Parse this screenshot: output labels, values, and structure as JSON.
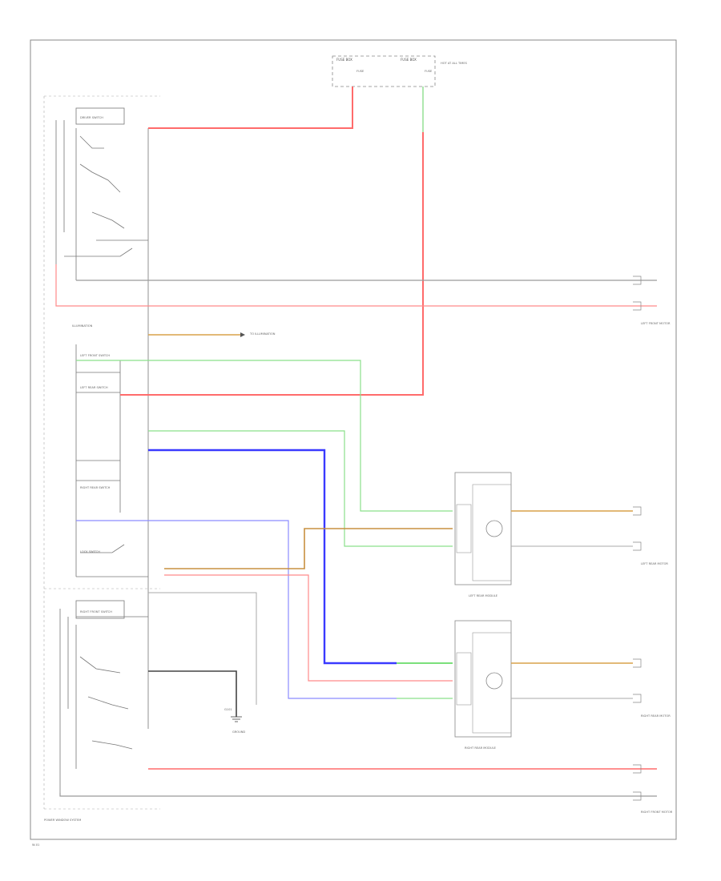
{
  "colors": {
    "red": "#ff6b6b",
    "green": "#7be07b",
    "blue": "#3a3aff",
    "orange": "#d99a3a",
    "gray": "#9a9a9a",
    "black": "#333333",
    "frame": "#888888"
  },
  "labels": {
    "fuse_box": "FUSE BOX",
    "fuse_ref": "FUSE",
    "hot_label": "HOT AT ALL TIMES",
    "master_switch_group": "DRIVER SWITCH",
    "illumination": "ILLUMINATION",
    "to_illum": "TO ILLUMINATION",
    "left_front_switch": "LEFT FRONT SWITCH",
    "right_front_switch": "RIGHT FRONT SWITCH",
    "left_rear_switch": "LEFT REAR SWITCH",
    "right_rear_switch": "RIGHT REAR SWITCH",
    "lock_switch": "LOCK SWITCH",
    "left_rear_motor": "LEFT REAR MOTOR",
    "right_rear_motor": "RIGHT REAR MOTOR",
    "left_front_motor": "LEFT FRONT MOTOR",
    "right_front_motor": "RIGHT FRONT MOTOR",
    "left_rear_module": "LEFT REAR MODULE",
    "right_rear_module": "RIGHT REAR MODULE",
    "ground": "GROUND",
    "ground_location": "G101",
    "bottom_title": "POWER WINDOW SYSTEM",
    "corner_tag": "W-01"
  }
}
